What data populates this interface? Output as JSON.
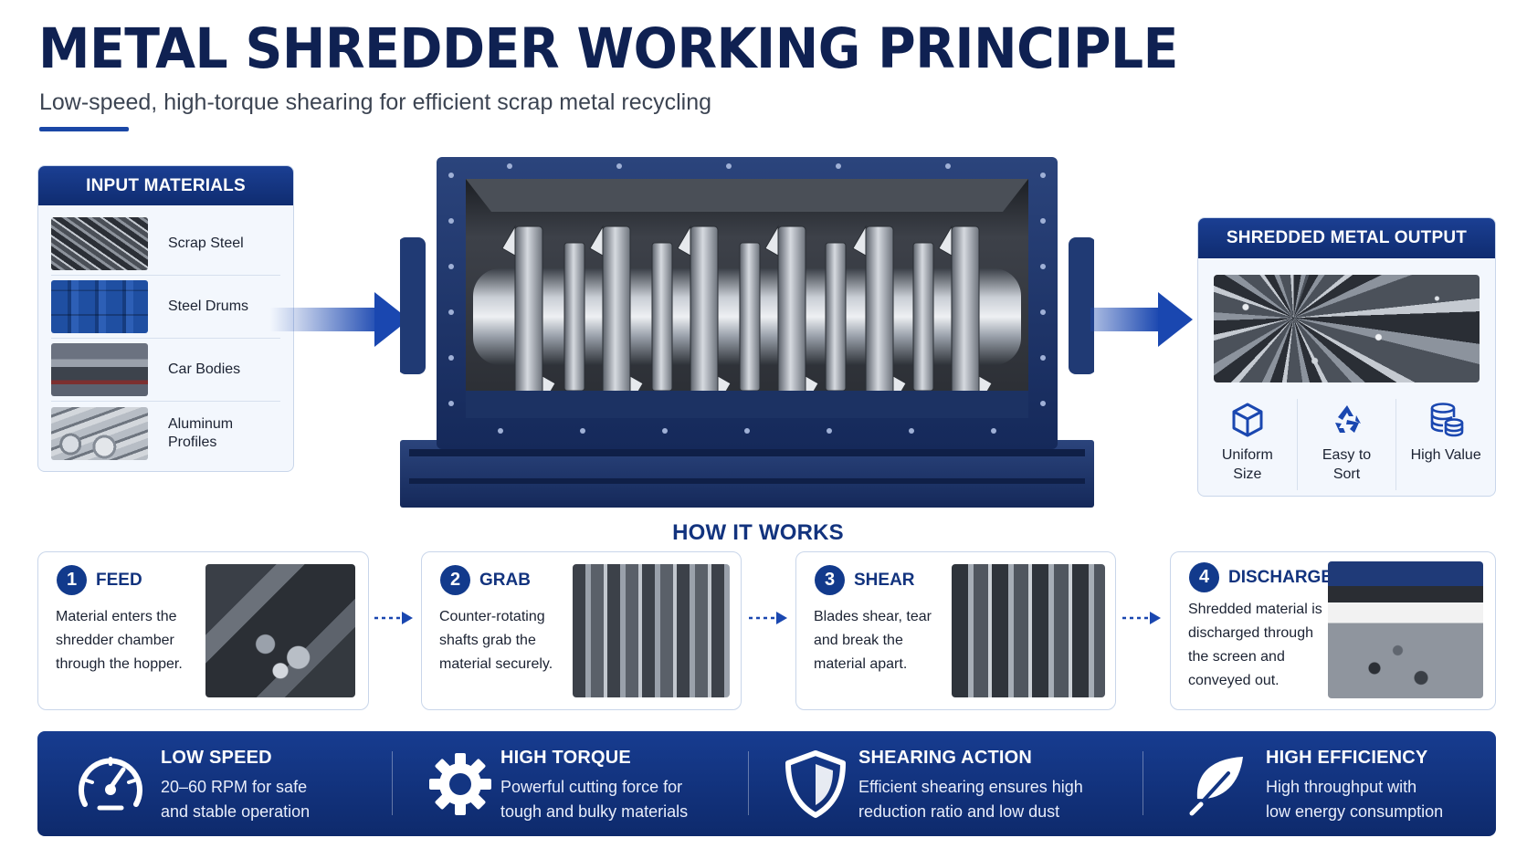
{
  "header": {
    "title": "METAL SHREDDER WORKING PRINCIPLE",
    "subtitle": "Low-speed, high-torque shearing for efficient scrap metal recycling"
  },
  "input_panel": {
    "title": "INPUT MATERIALS",
    "items": [
      {
        "label": "Scrap Steel",
        "image": "scrap-steel-photo"
      },
      {
        "label": "Steel Drums",
        "image": "steel-drums-photo"
      },
      {
        "label": "Car Bodies",
        "image": "car-bodies-photo"
      },
      {
        "label": "Aluminum Profiles",
        "image": "aluminum-profiles-photo"
      }
    ]
  },
  "output_panel": {
    "title": "SHREDDED METAL OUTPUT",
    "benefits": [
      {
        "label": "Uniform Size",
        "icon": "cube-icon"
      },
      {
        "label": "Easy to Sort",
        "icon": "recycle-icon"
      },
      {
        "label": "High Value",
        "icon": "coins-icon"
      }
    ]
  },
  "how_it_works": {
    "title": "HOW IT WORKS",
    "steps": [
      {
        "number": "1",
        "title": "FEED",
        "text": "Material enters the shredder chamber through the hopper."
      },
      {
        "number": "2",
        "title": "GRAB",
        "text": "Counter-rotating shafts grab the material securely."
      },
      {
        "number": "3",
        "title": "SHEAR",
        "text": "Blades shear, tear and break the material apart."
      },
      {
        "number": "4",
        "title": "DISCHARGE",
        "text": "Shredded material is discharged through the screen and conveyed out."
      }
    ]
  },
  "features": [
    {
      "title": "LOW SPEED",
      "line1": "20–60 RPM for safe",
      "line2": "and stable operation",
      "icon": "speedometer-icon"
    },
    {
      "title": "HIGH TORQUE",
      "line1": "Powerful cutting force for",
      "line2": "tough and bulky materials",
      "icon": "gear-icon"
    },
    {
      "title": "SHEARING ACTION",
      "line1": "Efficient shearing ensures high",
      "line2": "reduction ratio and low dust",
      "icon": "shield-icon"
    },
    {
      "title": "HIGH EFFICIENCY",
      "line1": "High throughput with",
      "line2": "low energy consumption",
      "icon": "leaf-icon"
    }
  ],
  "colors": {
    "navy": "#0f2152",
    "accent_blue": "#1a47b0",
    "panel_bg": "#f3f7fd",
    "machine_frame": "#1f3568"
  }
}
